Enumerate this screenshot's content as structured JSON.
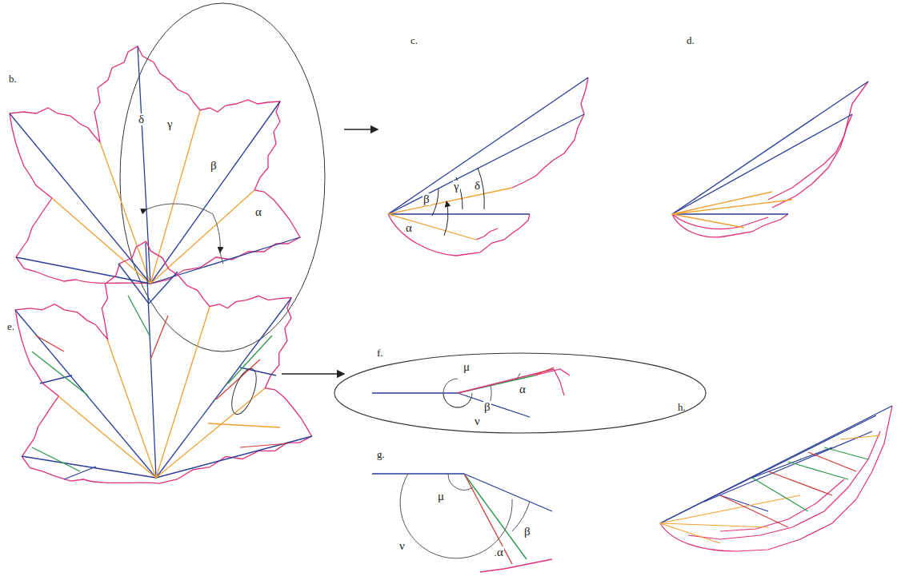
{
  "diagram": {
    "labels": [
      "b.",
      "δ",
      "γ",
      "β",
      "α",
      "c.",
      "δ",
      "γ",
      "β",
      "α",
      "d.",
      "e.",
      "f.",
      "μ",
      "ν",
      "α",
      "β",
      "g.",
      "μ",
      "ν",
      "β",
      "α",
      "h."
    ]
  }
}
